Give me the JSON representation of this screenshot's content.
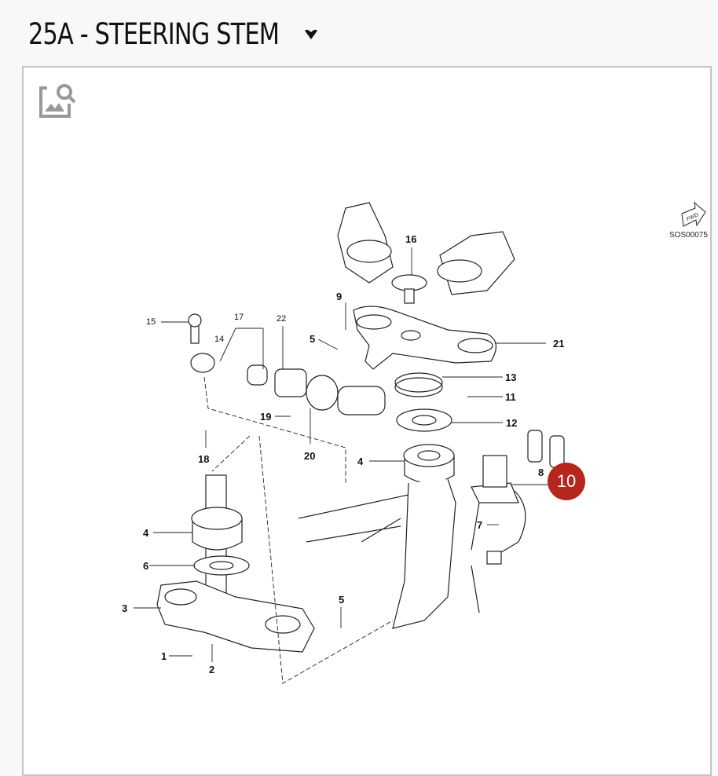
{
  "header": {
    "title": "25A - STEERING STEM",
    "dropdown_icon": "caret-down-icon"
  },
  "viewer": {
    "zoom_icon": "image-search-icon",
    "reference_code": "SOS00075",
    "fwd_label": "FWD"
  },
  "callouts": {
    "c1": "1",
    "c2": "2",
    "c3": "3",
    "c4a": "4",
    "c4b": "4",
    "c5a": "5",
    "c5b": "5",
    "c6": "6",
    "c7": "7",
    "c8": "8",
    "c9": "9",
    "c11": "11",
    "c12": "12",
    "c13": "13",
    "c14": "14",
    "c15": "15",
    "c16": "16",
    "c17": "17",
    "c18": "18",
    "c19": "19",
    "c20": "20",
    "c21": "21",
    "c22": "22"
  },
  "selected_callout": {
    "label": "10",
    "color": "#b5261e"
  }
}
